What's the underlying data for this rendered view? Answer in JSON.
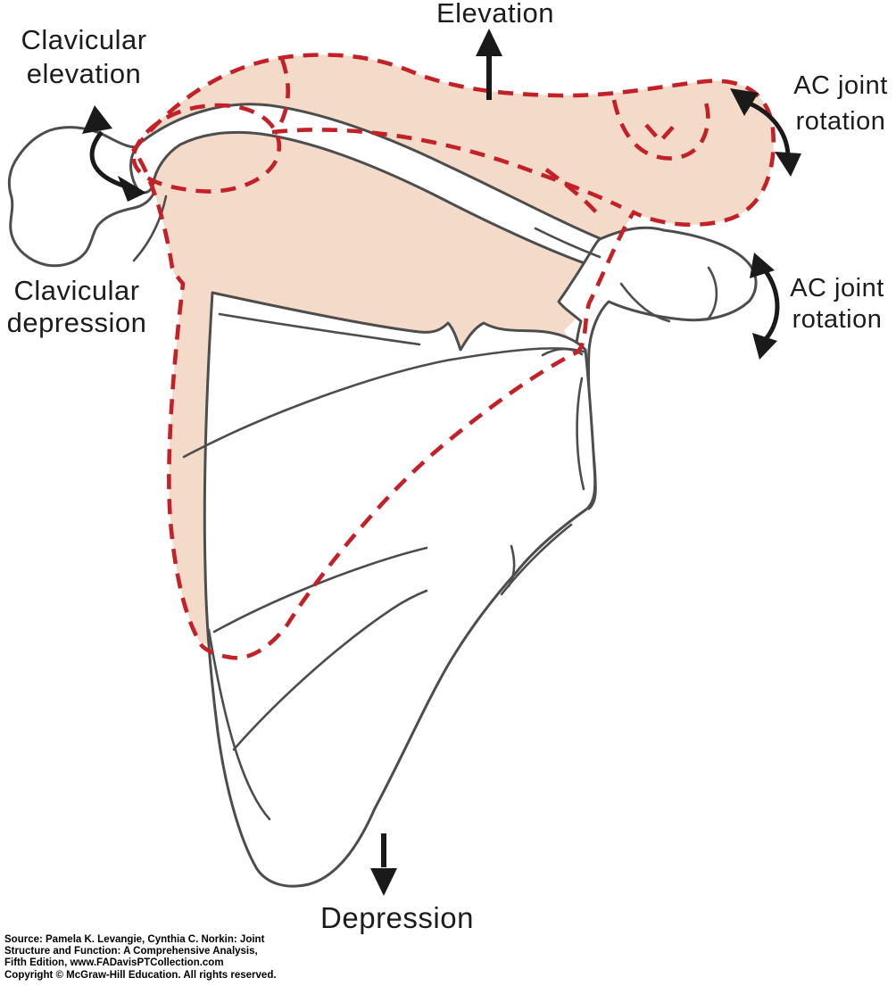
{
  "figure": {
    "title_context": "Scapular and clavicular elevation-depression with AC joint rotation",
    "labels": {
      "elevation": "Elevation",
      "depression": "Depression",
      "clavicular_elevation_line1": "Clavicular",
      "clavicular_elevation_line2": "elevation",
      "clavicular_depression_line1": "Clavicular",
      "clavicular_depression_line2": "depression",
      "ac_joint_rotation_upper_line1": "AC joint",
      "ac_joint_rotation_upper_line2": "rotation",
      "ac_joint_rotation_lower_line1": "AC joint",
      "ac_joint_rotation_lower_line2": "rotation"
    },
    "source": {
      "line1": "Source: Pamela K. Levangie, Cynthia C. Norkin: Joint",
      "line2": "Structure and Function: A Comprehensive Analysis,",
      "line3": "Fifth Edition, www.FADavisPTCollection.com",
      "line4": "Copyright © McGraw-Hill Education. All rights reserved."
    },
    "colors": {
      "dashed_outline": "#c32127",
      "shaded_fill": "#f4dbc9",
      "bone_outline": "#4d4d4d",
      "arrow": "#1a1a1a"
    }
  }
}
